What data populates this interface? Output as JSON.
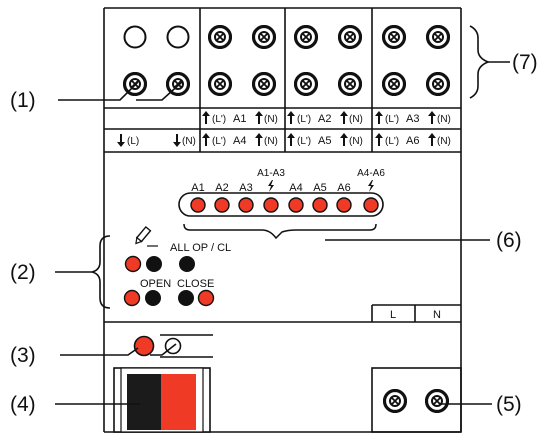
{
  "callouts": [
    "(1)",
    "(2)",
    "(3)",
    "(4)",
    "(5)",
    "(6)",
    "(7)"
  ],
  "terminal_rows": {
    "row1": {
      "a1": {
        "pre": "(L')",
        "name": "A1",
        "post": "(N)"
      },
      "a2": {
        "pre": "(L')",
        "name": "A2",
        "post": "(N)"
      },
      "a3": {
        "pre": "(L')",
        "name": "A3",
        "post": "(N)"
      }
    },
    "row2": {
      "supply_l": "(L)",
      "supply_n": "(N)",
      "a4": {
        "pre": "(L')",
        "name": "A4",
        "post": "(N)"
      },
      "a5": {
        "pre": "(L')",
        "name": "A5",
        "post": "(N)"
      },
      "a6": {
        "pre": "(L')",
        "name": "A6",
        "post": "(N)"
      }
    }
  },
  "led_labels": [
    "A1",
    "A2",
    "A3",
    "A1-A3",
    "A4",
    "A5",
    "A6",
    "A4-A6"
  ],
  "buttons": {
    "all_label": "ALL OP / CL",
    "open_label": "OPEN",
    "close_label": "CLOSE"
  },
  "lower_terminals": {
    "l": "L",
    "n": "N"
  },
  "colors": {
    "led_red": "#ef3a26",
    "button_black": "#111111",
    "switch_red": "#ef3a26",
    "switch_dark": "#1b1b1b"
  }
}
